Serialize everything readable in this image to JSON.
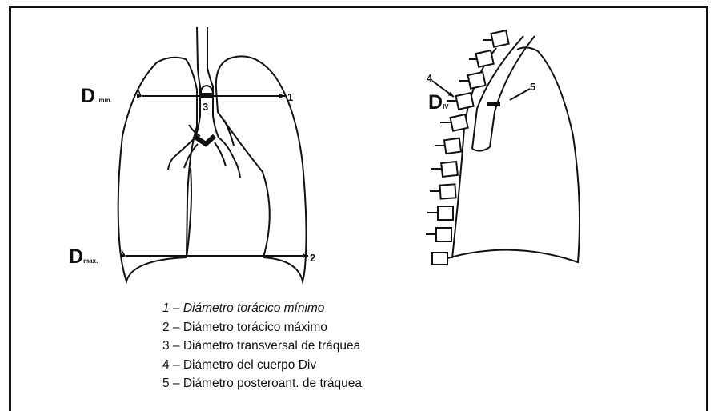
{
  "figure": {
    "frontal": {
      "dmin_label": {
        "letter": "D",
        "sub": ". min."
      },
      "dmax_label": {
        "letter": "D",
        "sub": "max."
      },
      "marker_1": "1",
      "marker_2": "2",
      "marker_3": "3"
    },
    "lateral": {
      "div_label": {
        "letter": "D",
        "sub": "IV"
      },
      "marker_4": "4",
      "marker_5": "5"
    }
  },
  "legend": {
    "items": [
      {
        "label": "1 – Diámetro torácico mínimo"
      },
      {
        "label": "2 – Diámetro torácico máximo"
      },
      {
        "label": "3 – Diámetro transversal de tráquea"
      },
      {
        "label": "4 – Diámetro del cuerpo Div"
      },
      {
        "label": "5 – Diámetro posteroant. de tráquea"
      }
    ]
  }
}
